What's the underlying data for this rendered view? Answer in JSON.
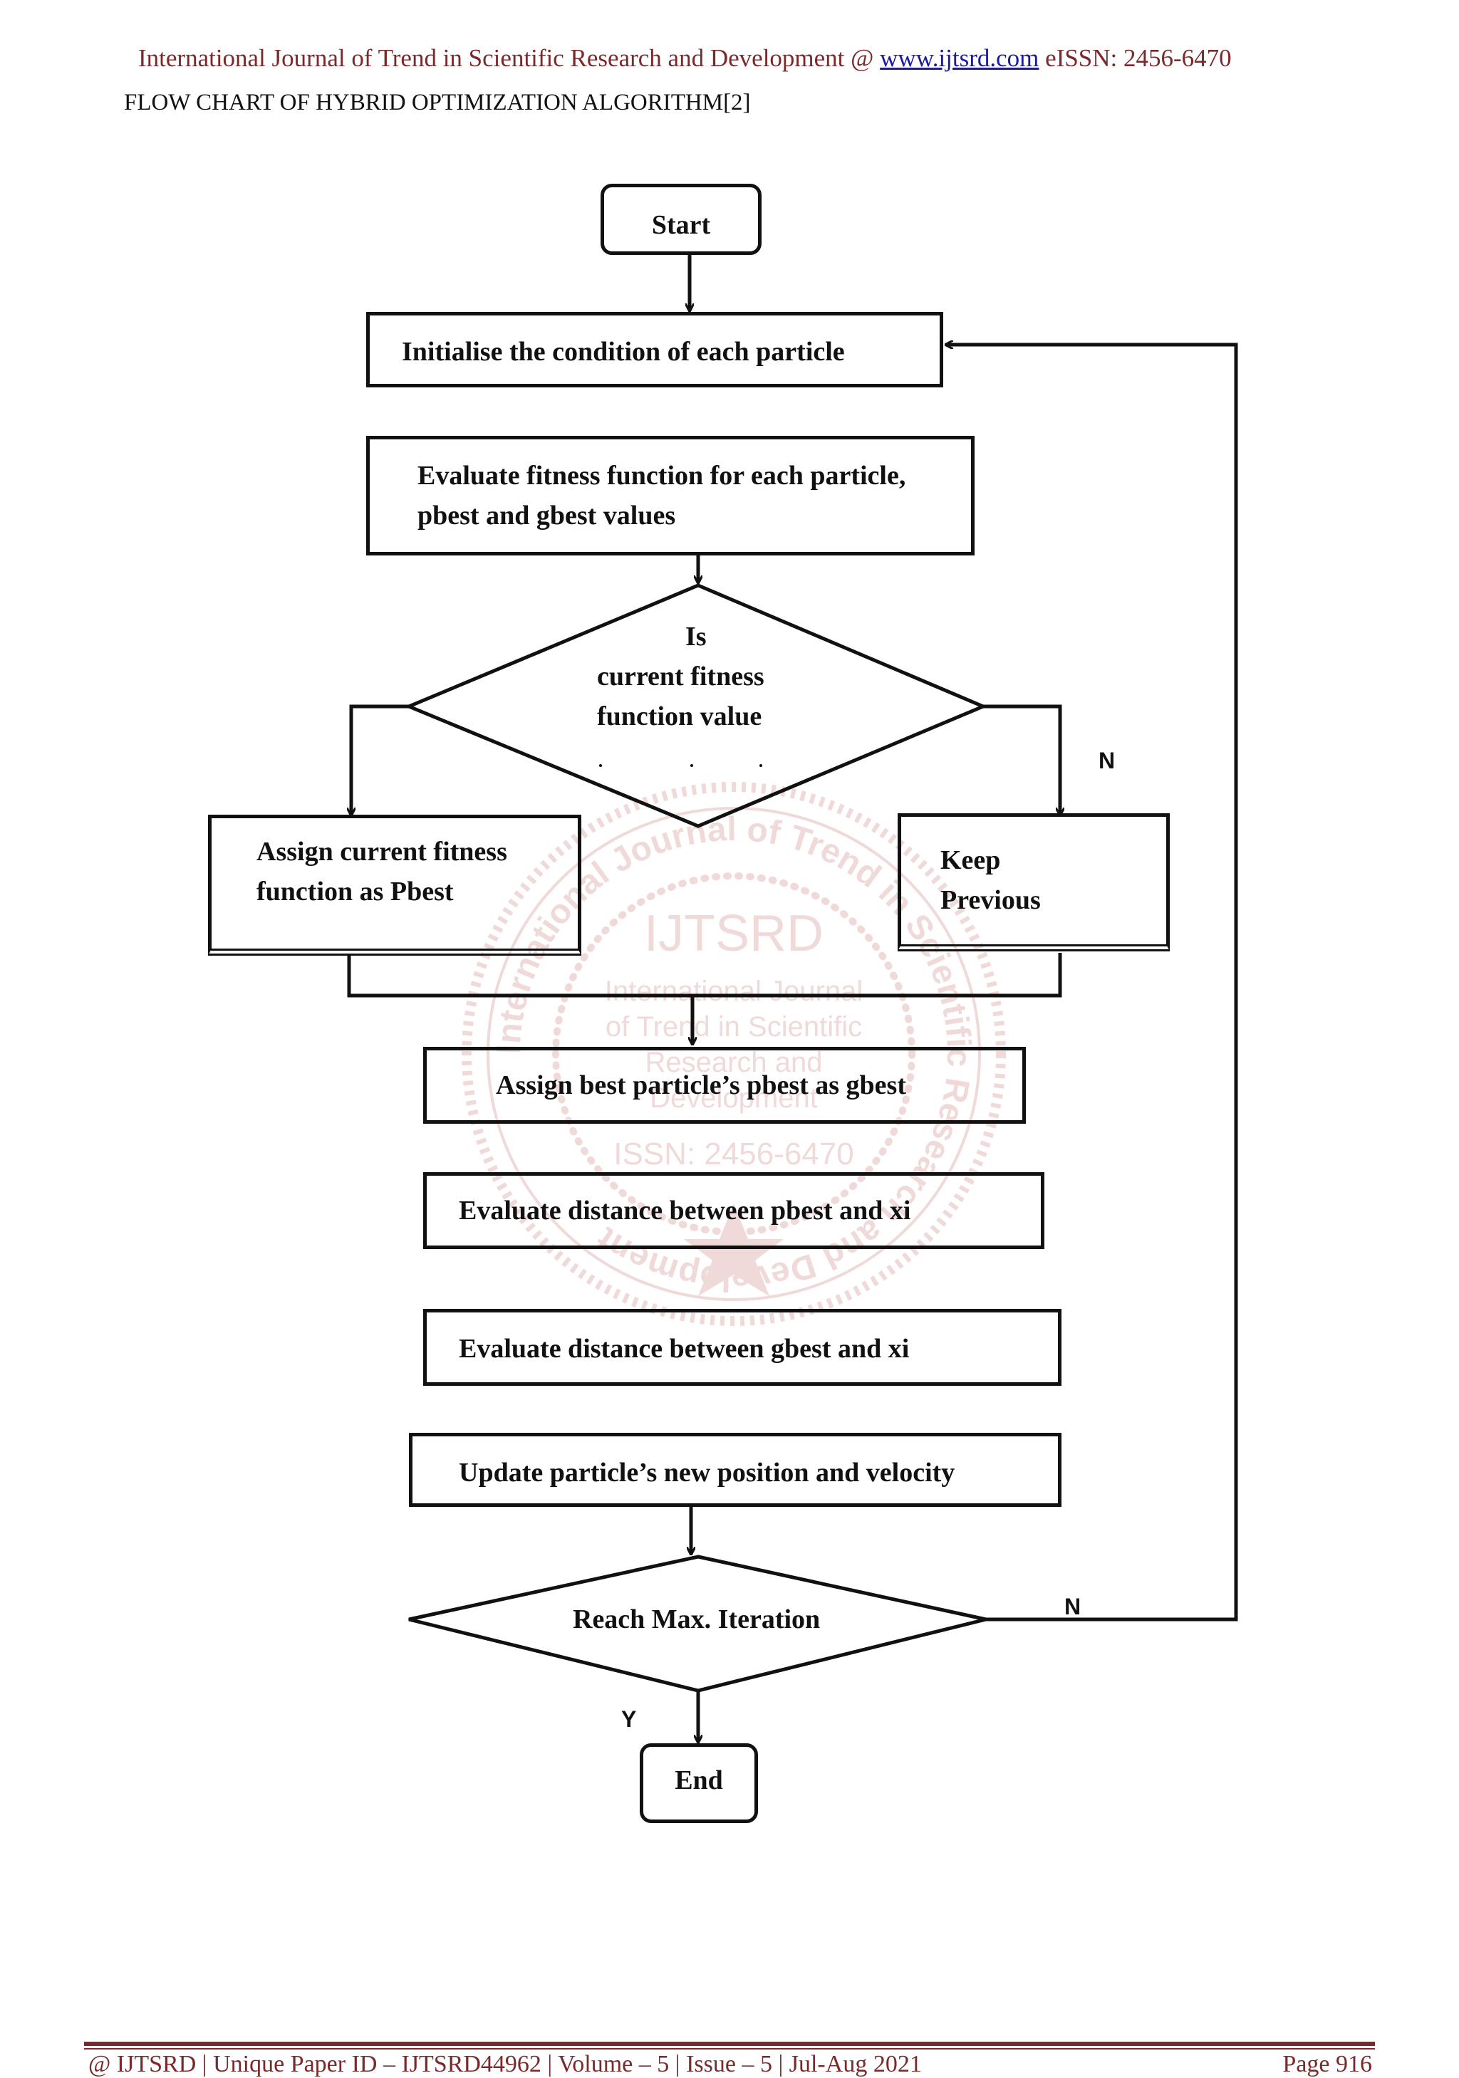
{
  "header": {
    "journal_prefix": "International Journal of Trend in Scientific Research and Development @ ",
    "journal_url": "www.ijtsrd.com",
    "journal_issn": " eISSN: 2456-6470",
    "figure_caption": "FLOW CHART OF HYBRID OPTIMIZATION ALGORITHM[2]"
  },
  "flowchart": {
    "start": "Start",
    "initialise": "Initialise  the  condition  of each particle",
    "evaluate_line1": "Evaluate fitness function  for each particle,",
    "evaluate_line2": "pbest and  gbest values",
    "decision1_line1": "Is",
    "decision1_line2": "current  fitness",
    "decision1_line3": "function  value",
    "no_label_1": "N",
    "assign_pbest_line1": "Assign current fitness",
    "assign_pbest_line2": "function  as Pbest",
    "keep_line1": "Keep",
    "keep_line2": "Previous",
    "assign_gbest": "Assign best particle’s  pbest as gbest",
    "eval_dist_pbest": "Evaluate distance  between pbest and  xi",
    "eval_dist_gbest": "Evaluate  distance  between gbest and  xi",
    "update": "Update  particle’s  new position  and velocity",
    "decision2": "Reach Max. Iteration",
    "no_label_2": "N",
    "yes_label": "Y",
    "end": "End"
  },
  "watermark": {
    "ring_text": "International Journal of Trend in Scientific Research and Development",
    "acronym": "IJTSRD",
    "line1": "International Journal",
    "line2": "of Trend in Scientific",
    "line3": "Research and",
    "line4": "Development",
    "issn": "ISSN: 2456-6470"
  },
  "footer": {
    "left": "@ IJTSRD | Unique Paper ID – IJTSRD44962 | Volume – 5 | Issue – 5 | Jul-Aug 2021",
    "page": "Page 916"
  }
}
